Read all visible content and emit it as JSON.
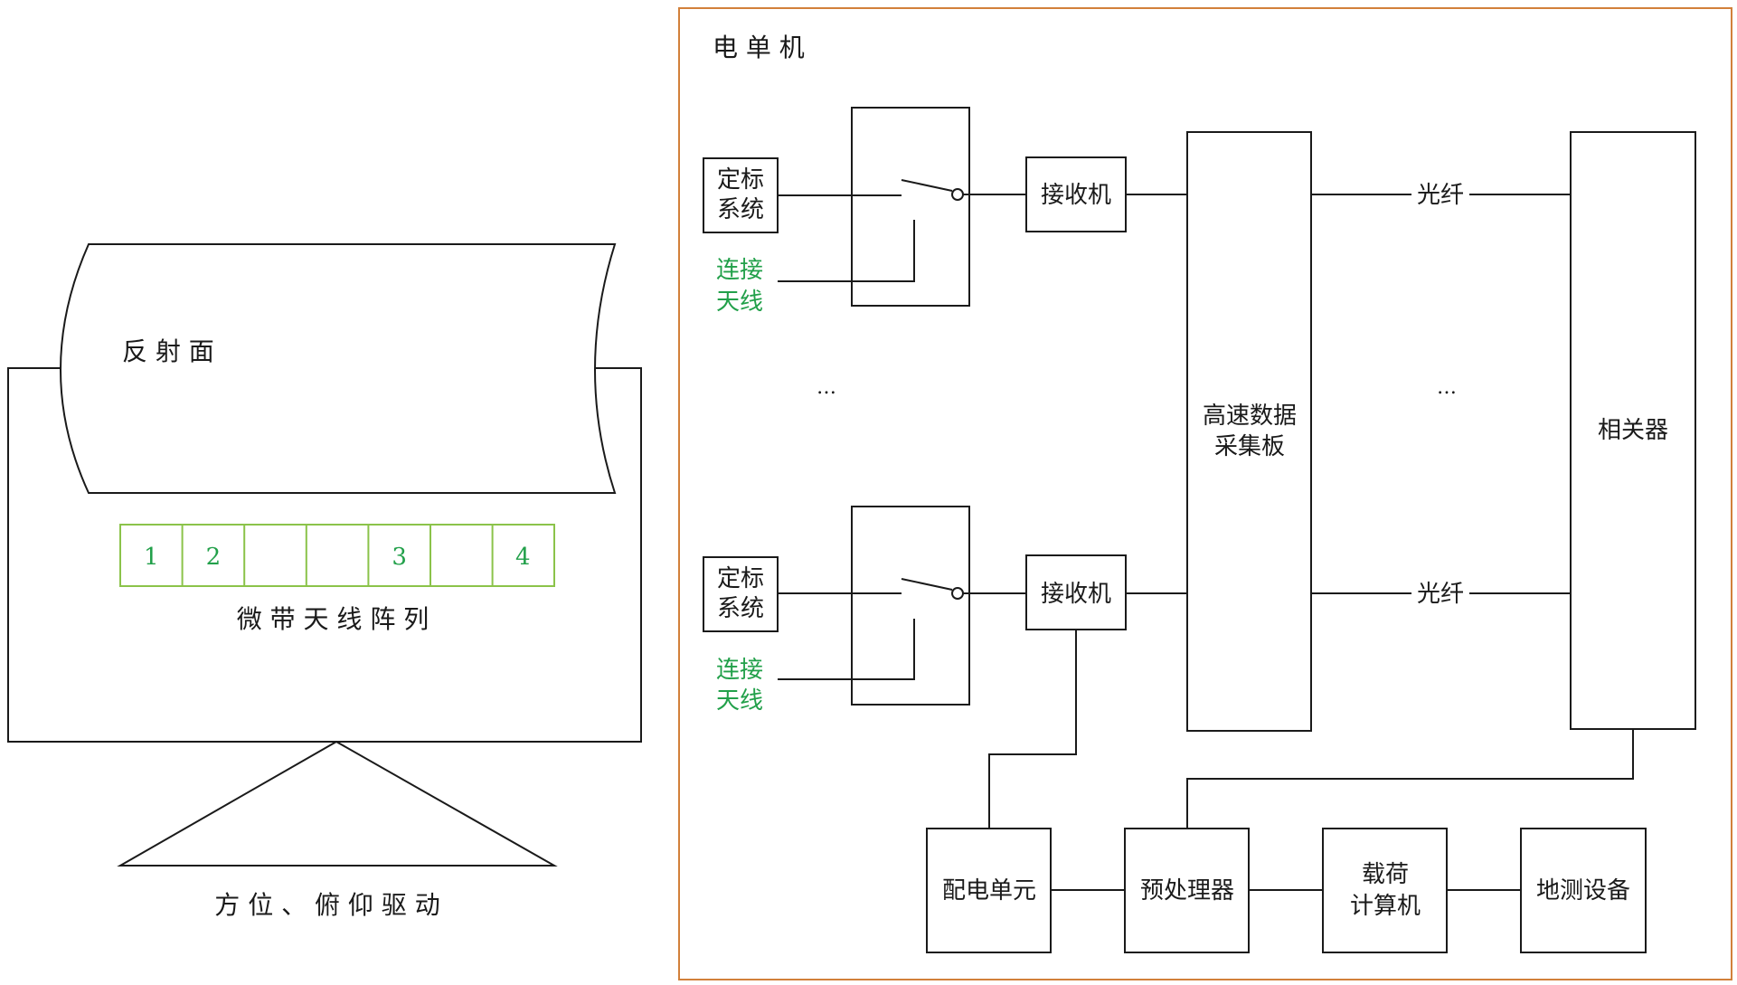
{
  "left": {
    "reflector_label": "反 射 面",
    "array_cells": [
      "1",
      "2",
      "",
      "",
      "3",
      "",
      "4"
    ],
    "array_label": "微 带 天 线 阵 列",
    "drive_label": "方 位 、 俯 仰 驱 动"
  },
  "right": {
    "container_label": "电 单 机",
    "calib_line1": "定标",
    "calib_line2": "系统",
    "antenna_line1": "连接",
    "antenna_line2": "天线",
    "receiver": "接收机",
    "ellipsis": "…",
    "acq_line1": "高速数据",
    "acq_line2": "采集板",
    "fiber": "光纤",
    "correlator": "相关器",
    "power_unit": "配电单元",
    "preprocessor": "预处理器",
    "payload_line1": "载荷",
    "payload_line2": "计算机",
    "ground_equipment": "地测设备"
  },
  "colors": {
    "container_border": "#d2803a",
    "array_border": "#8bc34a",
    "accent_text": "#22a04a"
  }
}
